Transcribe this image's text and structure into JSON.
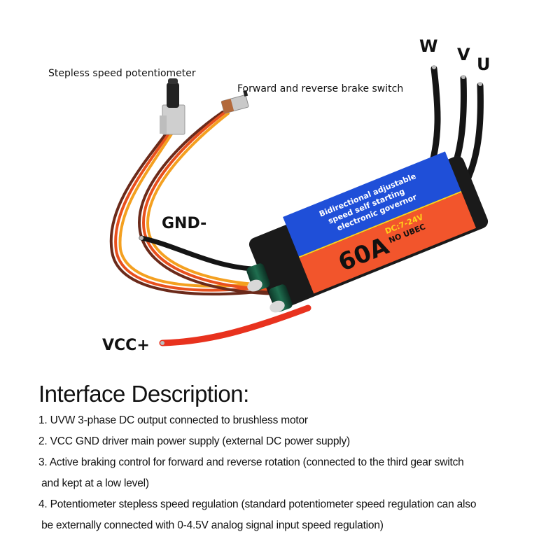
{
  "labels": {
    "potentiometer": "Stepless speed potentiometer",
    "brake_switch": "Forward and reverse brake switch",
    "phase_w": "W",
    "phase_v": "V",
    "phase_u": "U",
    "gnd": "GND-",
    "vcc": "VCC+"
  },
  "esc_label": {
    "blue_text": [
      "Bidirectional adjustable",
      "speed self starting",
      "electronic governor"
    ],
    "current": "60A",
    "voltage": "DC:7-24V",
    "ubec": "NO UBEC",
    "colors": {
      "blue": "#1f4fd8",
      "red": "#f2552c",
      "yellow": "#ffd21a",
      "body": "#1a1a1a"
    }
  },
  "description": {
    "title": "Interface Description:",
    "items": [
      "1. UVW 3-phase DC output connected to brushless motor",
      "2. VCC GND driver main power supply (external DC power supply)",
      "3. Active braking control for forward and reverse rotation (connected to the third gear switch",
      " and kept at a low level)",
      "4. Potentiometer stepless speed regulation (standard potentiometer speed regulation can also",
      " be externally connected with 0-4.5V analog signal input speed regulation)"
    ]
  }
}
